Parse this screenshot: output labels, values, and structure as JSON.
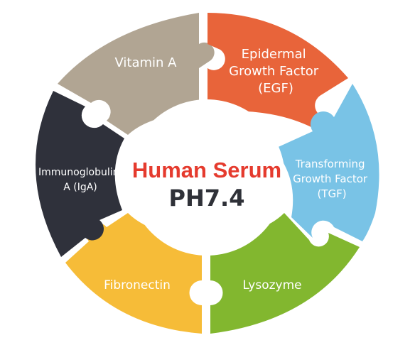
{
  "center": {
    "title": "Human Serum",
    "subtitle": "PH7.4",
    "title_color": "#e53b2e",
    "subtitle_color": "#2f3138"
  },
  "segments": [
    {
      "id": "vitamin-a",
      "lines": [
        "Vitamin A"
      ],
      "color": "#b1a593"
    },
    {
      "id": "egf",
      "lines": [
        "Epidermal",
        "Growth Factor",
        "(EGF)"
      ],
      "color": "#e8643a"
    },
    {
      "id": "tgf",
      "lines": [
        "Transforming",
        "Growth Factor",
        "(TGF)"
      ],
      "color": "#79c3e6"
    },
    {
      "id": "lysozyme",
      "lines": [
        "Lysozyme"
      ],
      "color": "#82b72f"
    },
    {
      "id": "fibronectin",
      "lines": [
        "Fibronectin"
      ],
      "color": "#f6bc38"
    },
    {
      "id": "iga",
      "lines": [
        "Immunoglobulin",
        "A (IgA)"
      ],
      "color": "#2f313b"
    }
  ]
}
